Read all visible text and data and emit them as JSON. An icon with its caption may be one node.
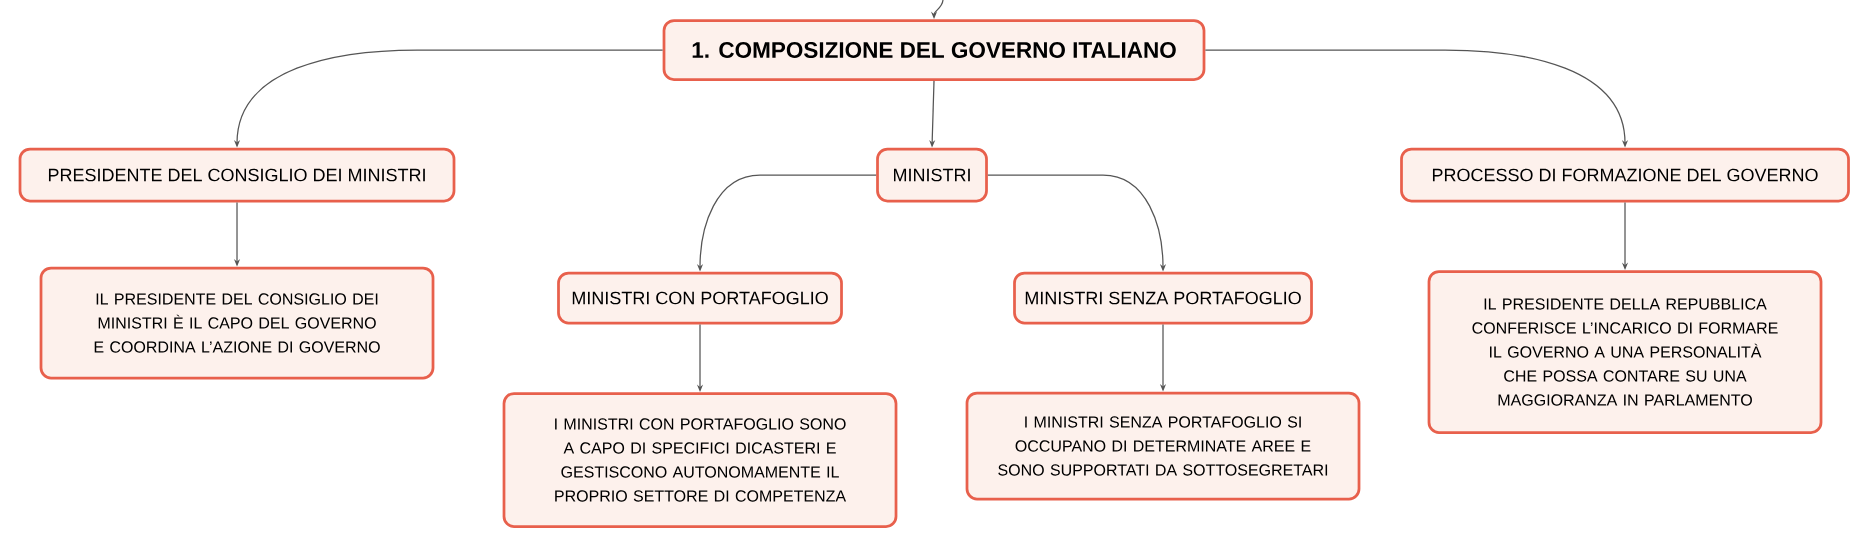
{
  "diagram": {
    "nodes": [
      {
        "text": [
          "1. COMPOSIZIONE DEL GOVERNO ITALIANO"
        ]
      },
      {
        "text": [
          "PRESIDENTE DEL CONSIGLIO DEI MINISTRI"
        ]
      },
      {
        "text": [
          "MINISTRI"
        ]
      },
      {
        "text": [
          "PROCESSO DI FORMAZIONE DEL GOVERNO"
        ]
      },
      {
        "text": [
          "IL PRESIDENTE DEL CONSIGLIO DEI MINISTRI È IL CAPO DEL GOVERNO E COORDINA L’AZIONE DI GOVERNO"
        ]
      },
      {
        "text": [
          "MINISTRI CON PORTAFOGLIO"
        ]
      },
      {
        "text": [
          "MINISTRI SENZA PORTAFOGLIO"
        ]
      },
      {
        "text": [
          "I MINISTRI CON PORTAFOGLIO SONO A CAPO DI SPECIFICI DICASTERI E GESTISCONO AUTONOMAMENTE IL PROPRIO SETTORE DI COMPETENZA"
        ]
      },
      {
        "text": [
          "I MINISTRI SENZA PORTAFOGLIO SI OCCUPANO DI DETERMINATE AREE E SONO SUPPORTATI DA SOTTOSEGRETARI"
        ]
      },
      {
        "text": [
          "IL PRESIDENTE DELLA REPUBBLICA CONFERISCE L’INCARICO DI FORMARE IL GOVERNO A UNA PERSONALITÀ CHE POSSA CONTARE SU UNA MAGGIORANZA IN PARLAMENTO"
        ]
      }
    ],
    "edges": [
      {
        "from": null,
        "to": 0,
        "arrow": "to"
      },
      {
        "from": 0,
        "to": 1,
        "arrow": "to"
      },
      {
        "from": 0,
        "to": 2,
        "arrow": "to"
      },
      {
        "from": 0,
        "to": 3,
        "arrow": "to"
      },
      {
        "from": 1,
        "to": 4,
        "arrow": "to"
      },
      {
        "from": 2,
        "to": 5,
        "arrow": "to"
      },
      {
        "from": 2,
        "to": 6,
        "arrow": "to"
      },
      {
        "from": 5,
        "to": 7,
        "arrow": "to"
      },
      {
        "from": 6,
        "to": 8,
        "arrow": "to"
      },
      {
        "from": 3,
        "to": 9,
        "arrow": "to"
      }
    ]
  }
}
